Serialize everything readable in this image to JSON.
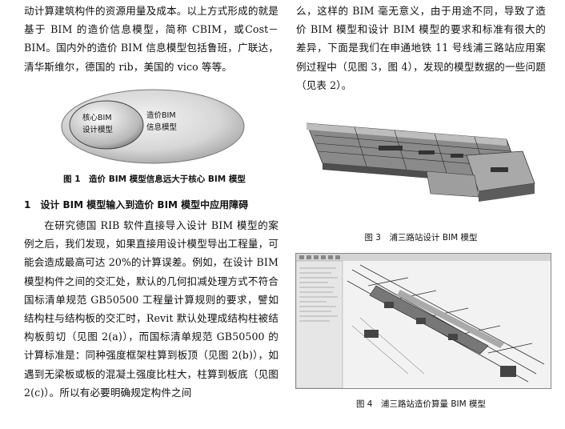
{
  "left_column": {
    "intro": "动计算建筑构件的资源用量及成本。以上方式形成的就是基于 BIM 的造价信息模型，简称 CBIM，或Cost－BIM。国内外的造价 BIM 信息模型包括鲁班，广联达，清华斯维尔，德国的 rib，美国的 vico 等等。",
    "figure1": {
      "inner_label": "核心BIM\n设计模型",
      "outer_label": "造价BIM\n信息模型",
      "caption": "图 1　造价 BIM 模型信息远大于核心 BIM 模型"
    },
    "section_heading": "1　设计 BIM 模型输入到造价 BIM 模型中应用障碍",
    "body": "在研究德国 RIB 软件直接导入设计 BIM 模型的案例之后，我们发现，如果直接用设计模型导出工程量，可能会造成最高可达 20%的计算误差。例如，在设计 BIM 模型构件之间的交汇处，默认的几何扣减处理方式不符合国标清单规范 GB50500 工程量计算规则的要求，譬如结构柱与结构板的交汇时，Revit 默认处理成结构柱被结构板剪切（见图 2(a)），而国标清单规范 GB50500 的计算标准是：同种强度框架柱算到板顶（见图 2(b)），如遇到无梁板或板的混凝土强度比柱大，柱算到板底（见图 2(c)）。所以有必要明确规定构件之间"
  },
  "right_column": {
    "intro": "么，这样的 BIM 毫无意义，由于用途不同，导致了造价 BIM 模型和设计 BIM 模型的要求和标准有很大的差异，下面是我们在申通地铁 11 号线浦三路站应用案例过程中（见图 3，图 4），发现的模型数据的一些问题（见表 2）。",
    "figure3_caption": "图 3　浦三路站设计 BIM 模型",
    "figure4_caption": "图 4　浦三路站造价算量 BIM 模型"
  }
}
